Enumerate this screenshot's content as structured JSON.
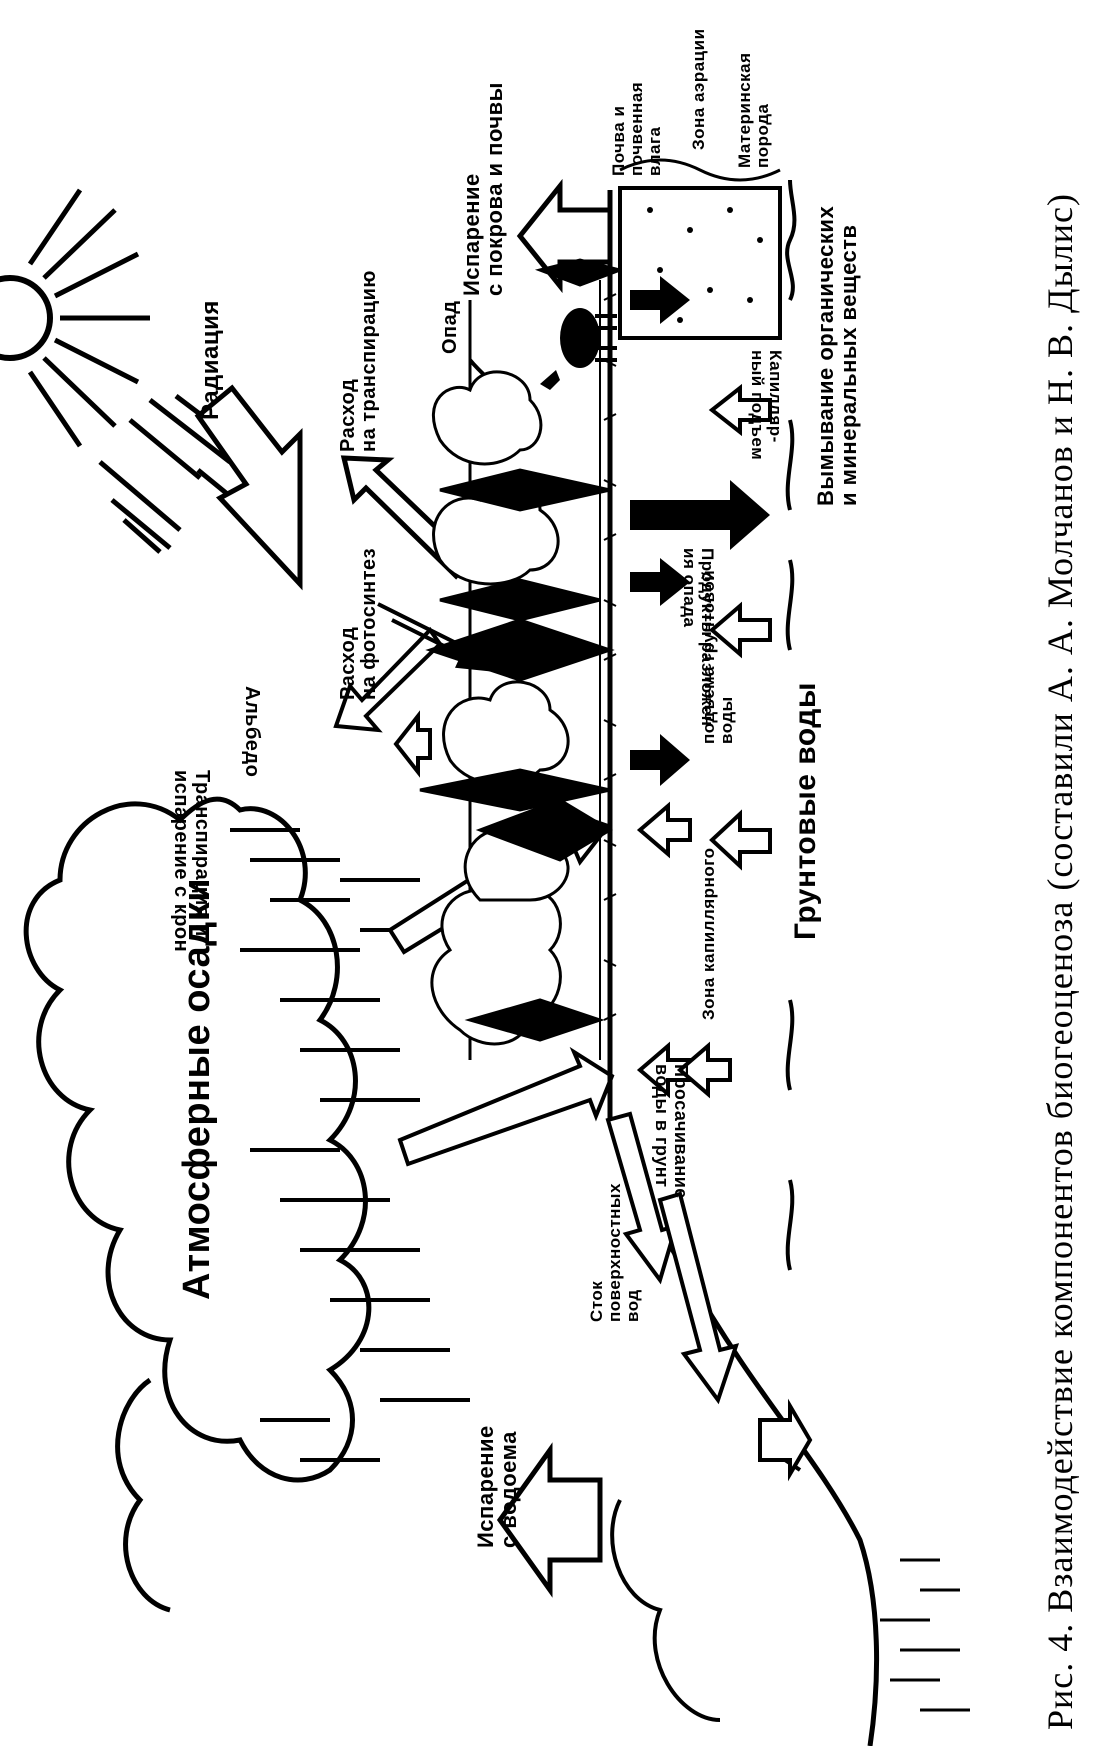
{
  "caption": "Рис. 4. Взаимодействие компонентов биогеоценоза    (составили А. А. Молчанов и Н. В. Дылис)",
  "labels": {
    "precipitation": "Атмосферные осадки",
    "radiation": "Радиация",
    "albedo": "Альбедо",
    "transpiration_canopy_1": "Транспирация и",
    "transpiration_canopy_2": "испарение с крон",
    "photosynthesis_1": "Расход",
    "photosynthesis_2": "на фотосинтез",
    "transpiration_use_1": "Расход",
    "transpiration_use_2": "на транспирацию",
    "litter": "Опад",
    "evap_soil_1": "Испарение",
    "evap_soil_2": "с покрова и почвы",
    "soil_1": "Почва и",
    "soil_2": "почвенная",
    "soil_3": "влага",
    "aeration": "Зона аэрации",
    "bedrock_1": "Материнская",
    "bedrock_2": "порода",
    "leaching_1": "Вымывание органических",
    "leaching_2": "и минеральных веществ",
    "capillary_rise_1": "Капилляр-",
    "capillary_rise_2": "ный подъем",
    "decomposition_1": "Продукты разложен",
    "decomposition_2": "ия опада",
    "groundwater_rise_1": "подъема грунтовой",
    "groundwater_rise_2": "воды",
    "capillary_zone": "Зона капиллярного",
    "groundwater": "Грунтовые воды",
    "infiltration_1": "Просачивание",
    "infiltration_2": "воды в грунт",
    "runoff_1": "Сток",
    "runoff_2": "поверхностных",
    "runoff_3": "вод",
    "evap_water_1": "Испарение",
    "evap_water_2": "с водоема"
  }
}
